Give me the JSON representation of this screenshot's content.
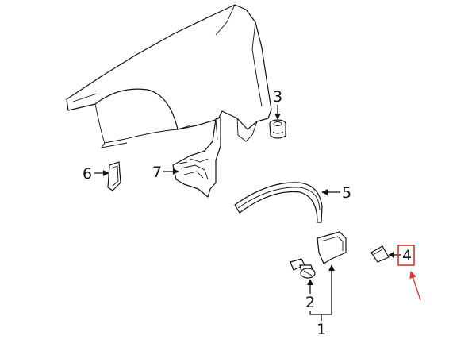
{
  "callouts": {
    "c1": "1",
    "c2": "2",
    "c3": "3",
    "c4": "4",
    "c5": "5",
    "c6": "6",
    "c7": "7"
  },
  "highlight": {
    "target": "4",
    "color": "#e0302a"
  }
}
